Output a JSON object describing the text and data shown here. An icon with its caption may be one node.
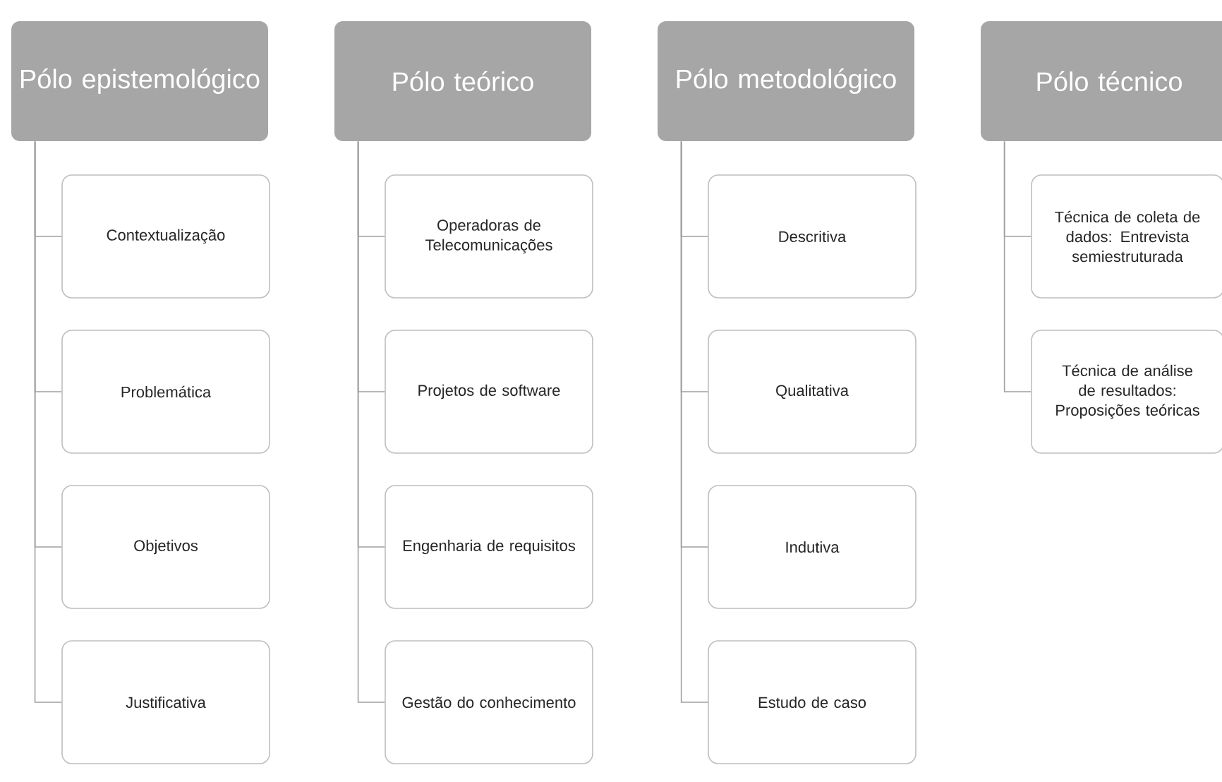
{
  "diagram": {
    "nodes": [
      {
        "text": [
          "Pólo epistemológico"
        ]
      },
      {
        "text": [
          "Contextualização"
        ]
      },
      {
        "text": [
          "Problemática"
        ]
      },
      {
        "text": [
          "Objetivos"
        ]
      },
      {
        "text": [
          "Justificativa"
        ]
      },
      {
        "text": [
          "Pólo teórico"
        ]
      },
      {
        "text": [
          "Operadoras de Telecomunicações"
        ]
      },
      {
        "text": [
          "Projetos de software"
        ]
      },
      {
        "text": [
          "Engenharia de requisitos"
        ]
      },
      {
        "text": [
          "Gestão do conhecimento"
        ]
      },
      {
        "text": [
          "Pólo metodológico"
        ]
      },
      {
        "text": [
          "Descritiva"
        ]
      },
      {
        "text": [
          "Qualitativa"
        ]
      },
      {
        "text": [
          "Indutiva"
        ]
      },
      {
        "text": [
          "Estudo de caso"
        ]
      },
      {
        "text": [
          "Pólo técnico"
        ]
      },
      {
        "text": [
          "Técnica de coleta de dados: Entrevista semiestruturada"
        ]
      },
      {
        "text": [
          "Técnica de análise de resultados: Proposições teóricas"
        ]
      }
    ],
    "edges": [
      {
        "from": 0,
        "to": 1,
        "arrow": "none"
      },
      {
        "from": 0,
        "to": 2,
        "arrow": "none"
      },
      {
        "from": 0,
        "to": 3,
        "arrow": "none"
      },
      {
        "from": 0,
        "to": 4,
        "arrow": "none"
      },
      {
        "from": 5,
        "to": 6,
        "arrow": "none"
      },
      {
        "from": 5,
        "to": 7,
        "arrow": "none"
      },
      {
        "from": 5,
        "to": 8,
        "arrow": "none"
      },
      {
        "from": 5,
        "to": 9,
        "arrow": "none"
      },
      {
        "from": 10,
        "to": 11,
        "arrow": "none"
      },
      {
        "from": 10,
        "to": 12,
        "arrow": "none"
      },
      {
        "from": 10,
        "to": 13,
        "arrow": "none"
      },
      {
        "from": 10,
        "to": 14,
        "arrow": "none"
      },
      {
        "from": 15,
        "to": 16,
        "arrow": "none"
      },
      {
        "from": 15,
        "to": 17,
        "arrow": "none"
      }
    ]
  }
}
